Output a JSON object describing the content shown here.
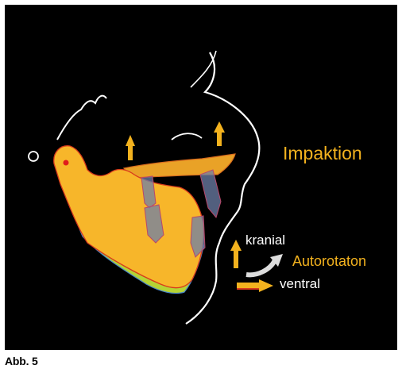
{
  "labels": {
    "impaktion": "Impaktion",
    "kranial": "kranial",
    "autorotation": "Autorotaton",
    "ventral": "ventral"
  },
  "caption": "Abb. 5",
  "colors": {
    "background": "#000000",
    "mandible_yellow": "#f7b62a",
    "mandible_green": "#b5d334",
    "highlight_orange": "#f3b21e",
    "outline_white": "#ffffff",
    "tooth_blue": "#6d7fa8"
  }
}
